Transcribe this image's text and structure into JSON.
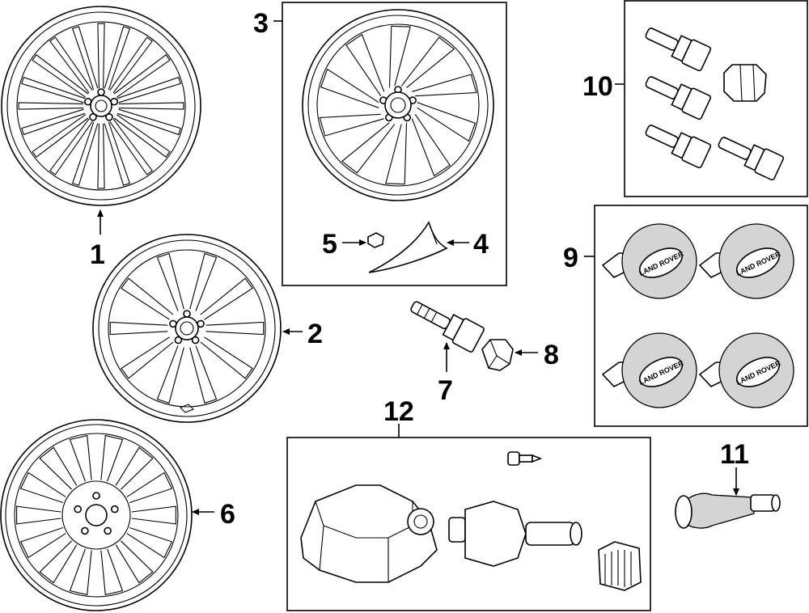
{
  "callouts": {
    "c1": "1",
    "c2": "2",
    "c3": "3",
    "c4": "4",
    "c5": "5",
    "c6": "6",
    "c7": "7",
    "c8": "8",
    "c9": "9",
    "c10": "10",
    "c11": "11",
    "c12": "12"
  },
  "emblem_text": "LAND ROVER",
  "colors": {
    "line": "#000000",
    "background": "#ffffff",
    "shade": "#d4d4d4"
  }
}
